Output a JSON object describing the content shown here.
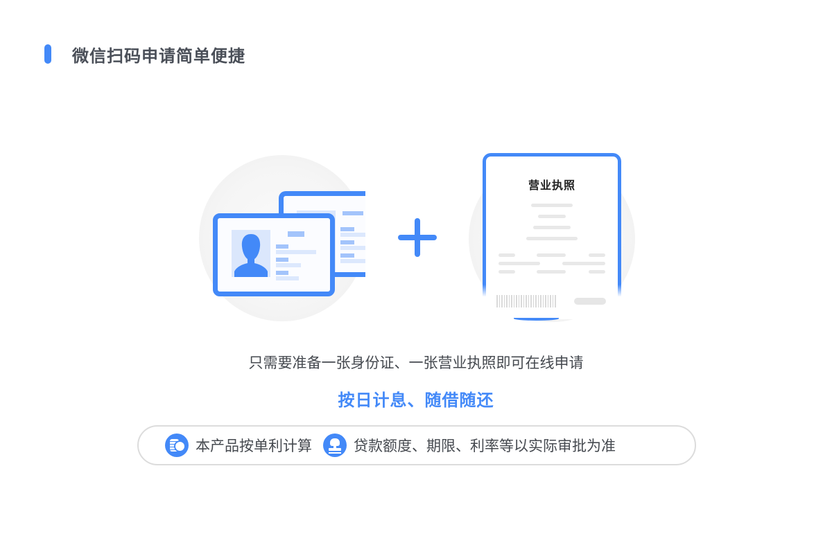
{
  "header": {
    "title": "微信扫码申请简单便捷",
    "accent_color": "#4389f8"
  },
  "illustrations": {
    "id_card": {
      "icon": "id-card-icon"
    },
    "plus": {
      "icon": "plus-icon"
    },
    "business_license": {
      "title": "营业执照",
      "icon": "business-license-icon"
    }
  },
  "description": "只需要准备一张身份证、一张营业执照即可在线申请",
  "highlight": "按日计息、随借随还",
  "notices": [
    {
      "icon": "coins-icon",
      "text": "本产品按单利计算"
    },
    {
      "icon": "stamp-icon",
      "text": "贷款额度、期限、利率等以实际审批为准"
    }
  ],
  "colors": {
    "primary": "#4389f8",
    "text": "#45494f",
    "title": "#4a4f58",
    "border": "#dcdcdc"
  }
}
